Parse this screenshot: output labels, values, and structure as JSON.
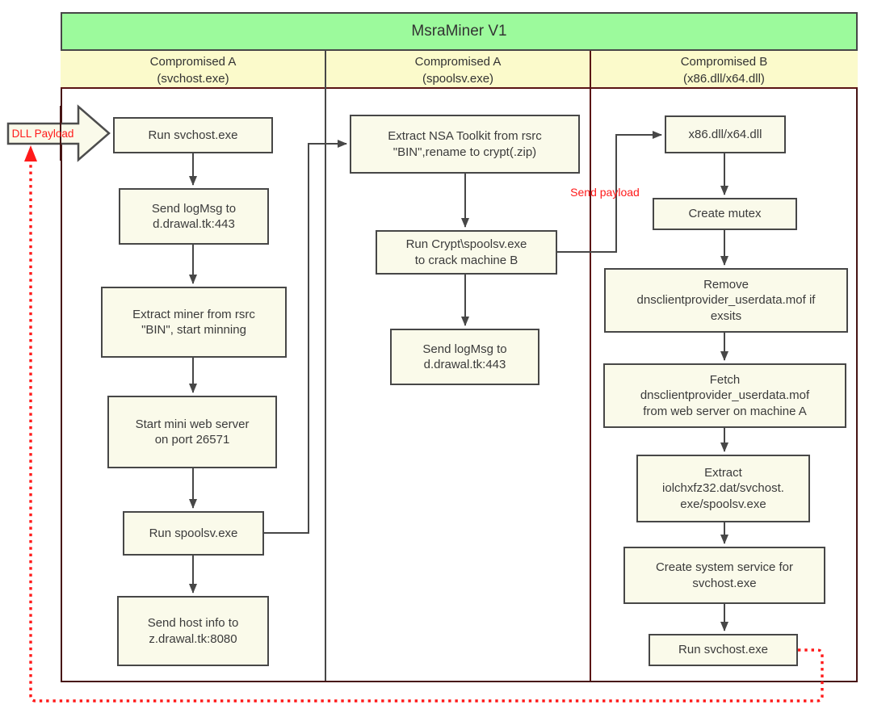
{
  "title": "MsraMiner V1",
  "lanes": [
    {
      "header": "Compromised A\n(svchost.exe)",
      "boxes": [
        "Run svchost.exe",
        "Send logMsg to\nd.drawal.tk:443",
        "Extract miner from rsrc\n\"BIN\", start minning",
        "Start mini web server\non port 26571",
        "Run spoolsv.exe",
        "Send host info to\nz.drawal.tk:8080"
      ]
    },
    {
      "header": "Compromised A\n(spoolsv.exe)",
      "boxes": [
        "Extract NSA Toolkit from rsrc\n\"BIN\",rename to crypt(.zip)",
        "Run Crypt\\spoolsv.exe\nto crack machine B",
        "Send logMsg to\nd.drawal.tk:443"
      ]
    },
    {
      "header": "Compromised B\n(x86.dll/x64.dll)",
      "boxes": [
        "x86.dll/x64.dll",
        "Create mutex",
        "Remove\ndnsclientprovider_userdata.mof if\nexsits",
        "Fetch\ndnsclientprovider_userdata.mof\nfrom web server on machine A",
        "Extract\niolchxfz32.dat/svchost.\nexe/spoolsv.exe",
        "Create system service for\nsvchost.exe",
        "Run svchost.exe"
      ]
    }
  ],
  "annotations": {
    "dll_payload": "DLL Payload",
    "send_payload": "Send payload"
  },
  "colors": {
    "title_bg": "#9cfa9c",
    "header_bg": "#fbfacb",
    "node_bg": "#fafaea",
    "node_border": "#474747",
    "outer_border": "#471414",
    "arrow": "#474747",
    "red": "#ff1a1a",
    "text": "#3b3b3b"
  }
}
